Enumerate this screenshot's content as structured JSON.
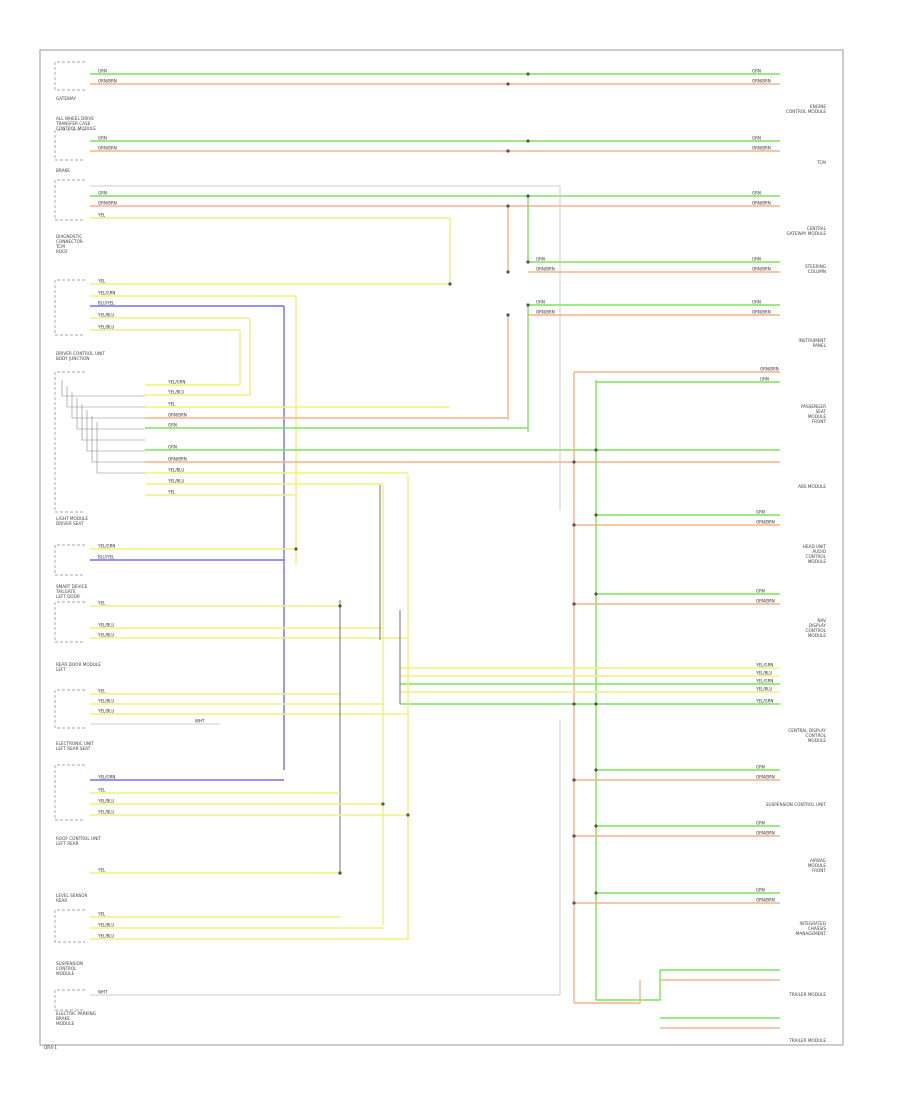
{
  "colors": {
    "green": "#7be35a",
    "orange": "#f5b487",
    "yellow": "#f1f07a",
    "blue": "#7070ee",
    "gray": "#555555",
    "frame": "#999999"
  },
  "footer_code": "QR4-1",
  "components": [
    {
      "id": "gw",
      "lines": [
        "GATEWAY"
      ]
    },
    {
      "id": "dme",
      "lines": [
        "ALL WHEEL DRIVE",
        "TRANSFER CASE",
        "CONTROL MODULE"
      ]
    },
    {
      "id": "dsc",
      "lines": [
        "BRAKE"
      ]
    },
    {
      "id": "ekp",
      "lines": [
        "DIAGNOSTIC",
        "CONNECTOR",
        "TCM",
        "ROOF"
      ]
    },
    {
      "id": "hub",
      "lines": [
        "DRIVER CONTROL UNIT",
        "BODY JUNCTION"
      ]
    },
    {
      "id": "ldm",
      "lines": [
        "LIGHT MODULE",
        "DRIVER SEAT"
      ]
    },
    {
      "id": "sdm",
      "lines": [
        "SMART DEVICE",
        "TAILGATE",
        "LEFT DOOR"
      ]
    },
    {
      "id": "rdc",
      "lines": [
        "REAR DOOR MODULE",
        "LEFT"
      ]
    },
    {
      "id": "ecu2",
      "lines": [
        "ELECTRONIC UNIT",
        "LEFT REAR SEAT"
      ]
    },
    {
      "id": "ecu3",
      "lines": [
        "ROOF CONTROL UNIT",
        "LEFT REAR"
      ]
    },
    {
      "id": "sens",
      "lines": [
        "LEVEL SENSOR",
        "REAR"
      ]
    },
    {
      "id": "ems",
      "lines": [
        "SUSPENSION",
        "CONTROL",
        "MODULE"
      ]
    },
    {
      "id": "bottom",
      "lines": [
        "ELECTRIC PARKING",
        "BRAKE",
        "MODULE"
      ]
    }
  ],
  "right_components": [
    {
      "id": "r1",
      "lines": [
        "ENGINE",
        "CONTROL MODULE"
      ]
    },
    {
      "id": "r2",
      "lines": [
        "TCM"
      ]
    },
    {
      "id": "r3",
      "lines": [
        "CENTRAL",
        "GATEWAY MODULE"
      ]
    },
    {
      "id": "r4",
      "lines": [
        "STEERING",
        "COLUMN"
      ]
    },
    {
      "id": "r5",
      "lines": [
        "INSTRUMENT",
        "PANEL"
      ]
    },
    {
      "id": "r6",
      "lines": [
        "PASSENGER",
        "SEAT",
        "MODULE",
        "FRONT"
      ]
    },
    {
      "id": "r7",
      "lines": [
        "ABS MODULE"
      ]
    },
    {
      "id": "r8",
      "lines": [
        "HEAD UNIT",
        "AUDIO",
        "CONTROL",
        "MODULE"
      ]
    },
    {
      "id": "r9",
      "lines": [
        "NAV",
        "DISPLAY",
        "CONTROL",
        "MODULE"
      ]
    },
    {
      "id": "r10",
      "lines": [
        "CENTRAL DISPLAY",
        "CONTROL",
        "MODULE"
      ]
    },
    {
      "id": "r11",
      "lines": [
        "SUSPENSION CONTROL UNIT"
      ]
    },
    {
      "id": "r12",
      "lines": [
        "AIRBAG",
        "MODULE",
        "FRONT"
      ]
    },
    {
      "id": "r13",
      "lines": [
        "INTEGRATED",
        "CHASSIS",
        "MANAGEMENT"
      ]
    },
    {
      "id": "r14",
      "lines": [
        "TRAILER MODULE"
      ]
    },
    {
      "id": "r15",
      "lines": [
        "TRAILER MODULE"
      ]
    }
  ],
  "wire_labels": {
    "grn": "GRN",
    "orn": "ORN/BRN",
    "yel": "YEL",
    "yelblu": "YEL/BLU",
    "yelgrn": "YEL/GRN",
    "blu": "BLU/YEL",
    "wht": "WHT"
  }
}
